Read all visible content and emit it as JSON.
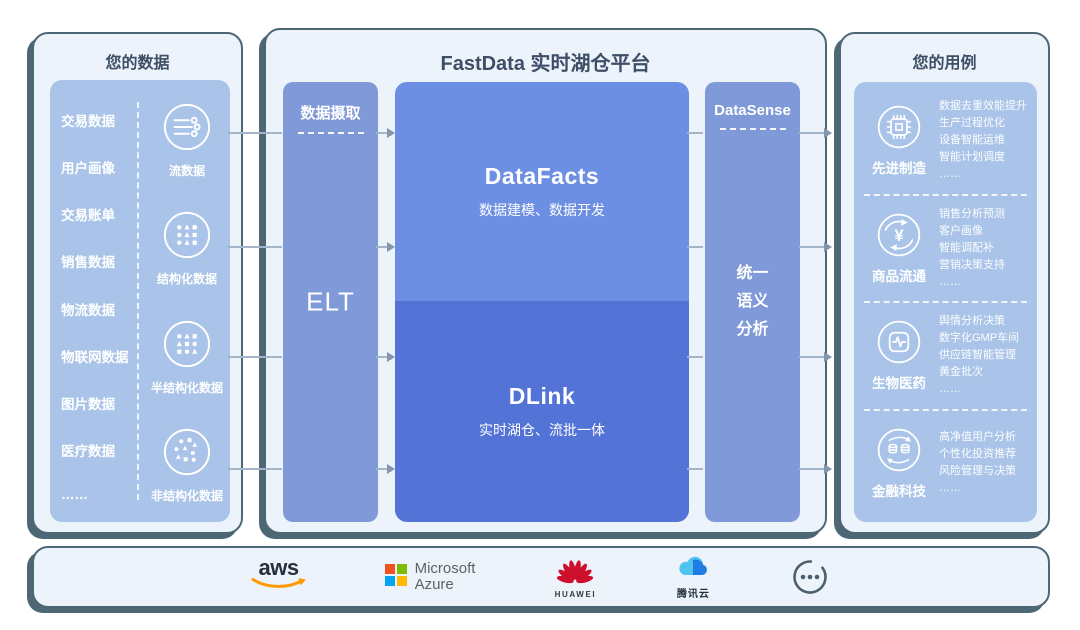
{
  "left_panel": {
    "title": "您的数据",
    "data_items": [
      "交易数据",
      "用户画像",
      "交易账单",
      "销售数据",
      "物流数据",
      "物联网数据",
      "图片数据",
      "医疗数据",
      "……"
    ],
    "data_types": [
      {
        "label": "流数据",
        "icon": "stream-data-icon"
      },
      {
        "label": "结构化数据",
        "icon": "structured-data-icon"
      },
      {
        "label": "半结构化数据",
        "icon": "semi-structured-data-icon"
      },
      {
        "label": "非结构化数据",
        "icon": "unstructured-data-icon"
      }
    ]
  },
  "middle_panel": {
    "title": "FastData 实时湖仓平台",
    "ingest_label": "数据摄取",
    "elt_label": "ELT",
    "datafacts_title": "DataFacts",
    "datafacts_subtitle": "数据建模、数据开发",
    "dlink_title": "DLink",
    "dlink_subtitle": "实时湖仓、流批一体",
    "datasense_label": "DataSense",
    "semantic_line1": "统一",
    "semantic_line2": "语义",
    "semantic_line3": "分析"
  },
  "right_panel": {
    "title": "您的用例",
    "use_cases": [
      {
        "name": "先进制造",
        "icon": "chip-icon",
        "items": [
          "数据去重效能提升",
          "生产过程优化",
          "设备智能运维",
          "智能计划调度",
          "……"
        ]
      },
      {
        "name": "商品流通",
        "icon": "yuan-circulation-icon",
        "items": [
          "销售分析预测",
          "客户画像",
          "智能调配补",
          "营销决策支持",
          "……"
        ]
      },
      {
        "name": "生物医药",
        "icon": "pulse-icon",
        "items": [
          "舆情分析决策",
          "数字化GMP车间",
          "供应链智能管理",
          "黄金批次",
          "……"
        ]
      },
      {
        "name": "金融科技",
        "icon": "database-sync-icon",
        "items": [
          "高净值用户分析",
          "个性化投资推荐",
          "风险管理与决策",
          "……"
        ]
      }
    ]
  },
  "bottom_bar": {
    "aws_label": "aws",
    "microsoft_line1": "Microsoft",
    "microsoft_line2": "Azure",
    "huawei_label": "HUAWEI",
    "tencent_label": "腾讯云"
  },
  "colors": {
    "panel_bg": "#ecf3fb",
    "panel_edge": "#4d6775",
    "inner_box": "#a9c4e8",
    "side_column": "#8099d8",
    "datafacts": "#6c8ee3",
    "dlink": "#5373d6",
    "title_text": "#3d4e66",
    "connector": "#a3b6c9",
    "aws_orange": "#ff9900",
    "huawei_red": "#ce0e2d"
  }
}
